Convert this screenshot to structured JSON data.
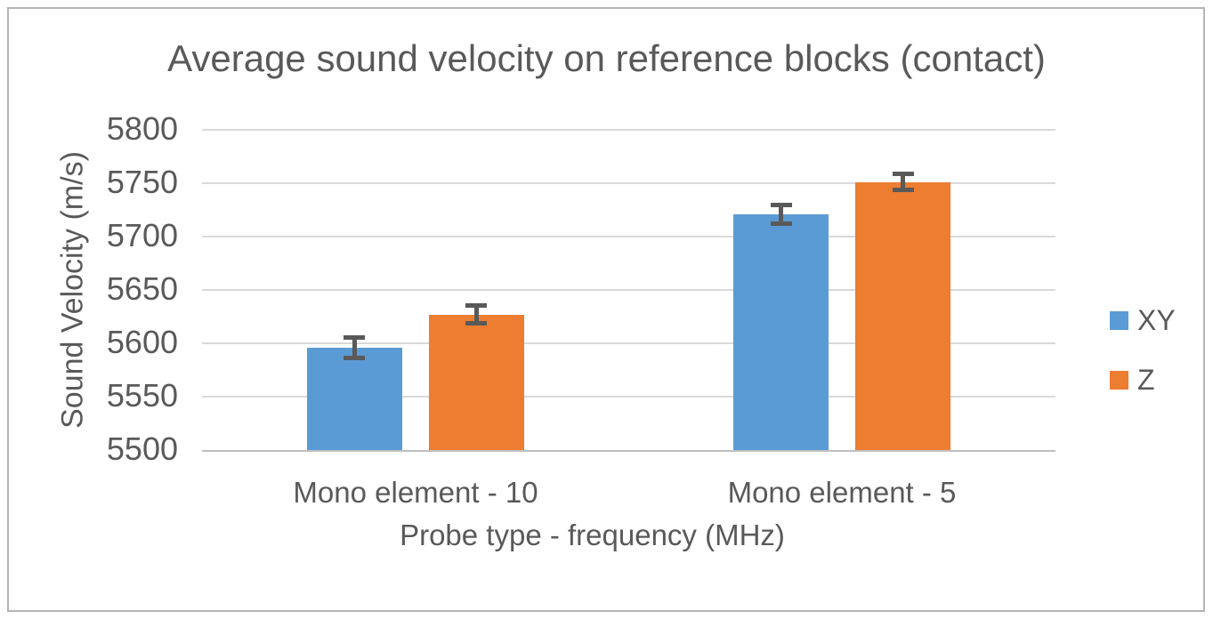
{
  "chart_data": {
    "type": "bar",
    "title": "Average sound velocity on reference blocks (contact)",
    "xlabel": "Probe type - frequency (MHz)",
    "ylabel": "Sound Velocity (m/s)",
    "categories": [
      "Mono element - 10",
      "Mono element - 5"
    ],
    "series": [
      {
        "name": "XY",
        "color": "#5B9BD5",
        "values": [
          5596,
          5721
        ],
        "errors": [
          10,
          9
        ]
      },
      {
        "name": "Z",
        "color": "#ED7D31",
        "values": [
          5627,
          5751
        ],
        "errors": [
          9,
          8
        ]
      }
    ],
    "ylim": [
      5500,
      5800
    ],
    "yticks": [
      5500,
      5550,
      5600,
      5650,
      5700,
      5750,
      5800
    ],
    "grid": true,
    "error_bars": true,
    "legend_position": "right"
  },
  "colors": {
    "series_xy": "#5B9BD5",
    "series_z": "#ED7D31",
    "text": "#595959",
    "gridline": "#D9D9D9",
    "axis_line": "#BFBFBF",
    "error_bar": "#595959",
    "frame_border": "#B5B5B5",
    "background": "#FFFFFF"
  }
}
